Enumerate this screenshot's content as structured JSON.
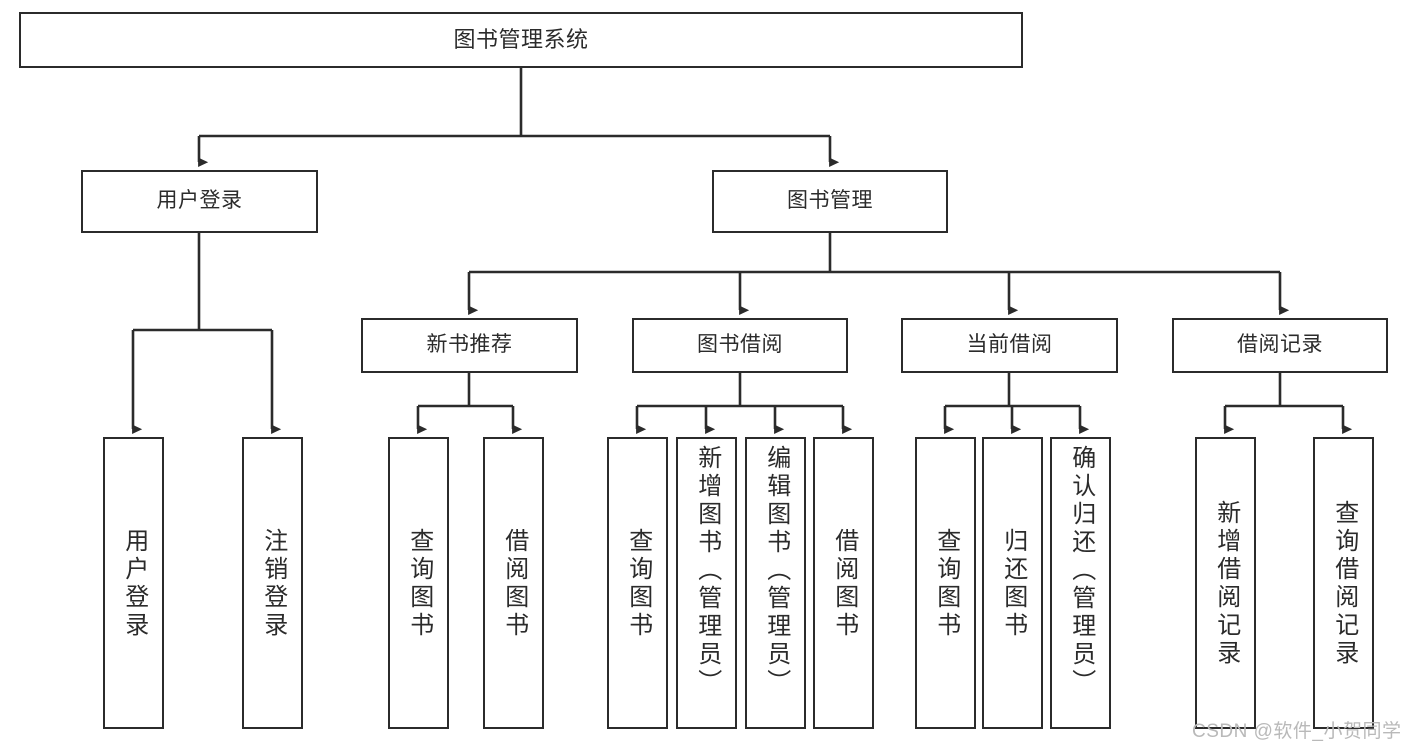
{
  "diagram": {
    "type": "tree-hierarchy-chart",
    "title": "图书管理系统",
    "stroke_color": "#2b2b2b",
    "fill_color": "#ffffff",
    "levels": {
      "root": {
        "label": "图书管理系统"
      },
      "level2": [
        {
          "label": "用户登录"
        },
        {
          "label": "图书管理"
        }
      ],
      "level3": [
        {
          "label": "新书推荐"
        },
        {
          "label": "图书借阅"
        },
        {
          "label": "当前借阅"
        },
        {
          "label": "借阅记录"
        }
      ],
      "leaves": {
        "user_login": [
          {
            "label": "用户登录"
          },
          {
            "label": "注销登录"
          }
        ],
        "new_book_recommend": [
          {
            "label": "查询图书"
          },
          {
            "label": "借阅图书"
          }
        ],
        "book_borrow": [
          {
            "label": "查询图书"
          },
          {
            "label": "新增图书（管理员）"
          },
          {
            "label": "编辑图书（管理员）"
          },
          {
            "label": "借阅图书"
          }
        ],
        "current_borrow": [
          {
            "label": "查询图书"
          },
          {
            "label": "归还图书"
          },
          {
            "label": "确认归还（管理员）"
          }
        ],
        "borrow_record": [
          {
            "label": "新增借阅记录"
          },
          {
            "label": "查询借阅记录"
          }
        ]
      }
    }
  },
  "watermark": {
    "text": "CSDN @软件_小贺同学",
    "color": "#b9b9b9"
  }
}
